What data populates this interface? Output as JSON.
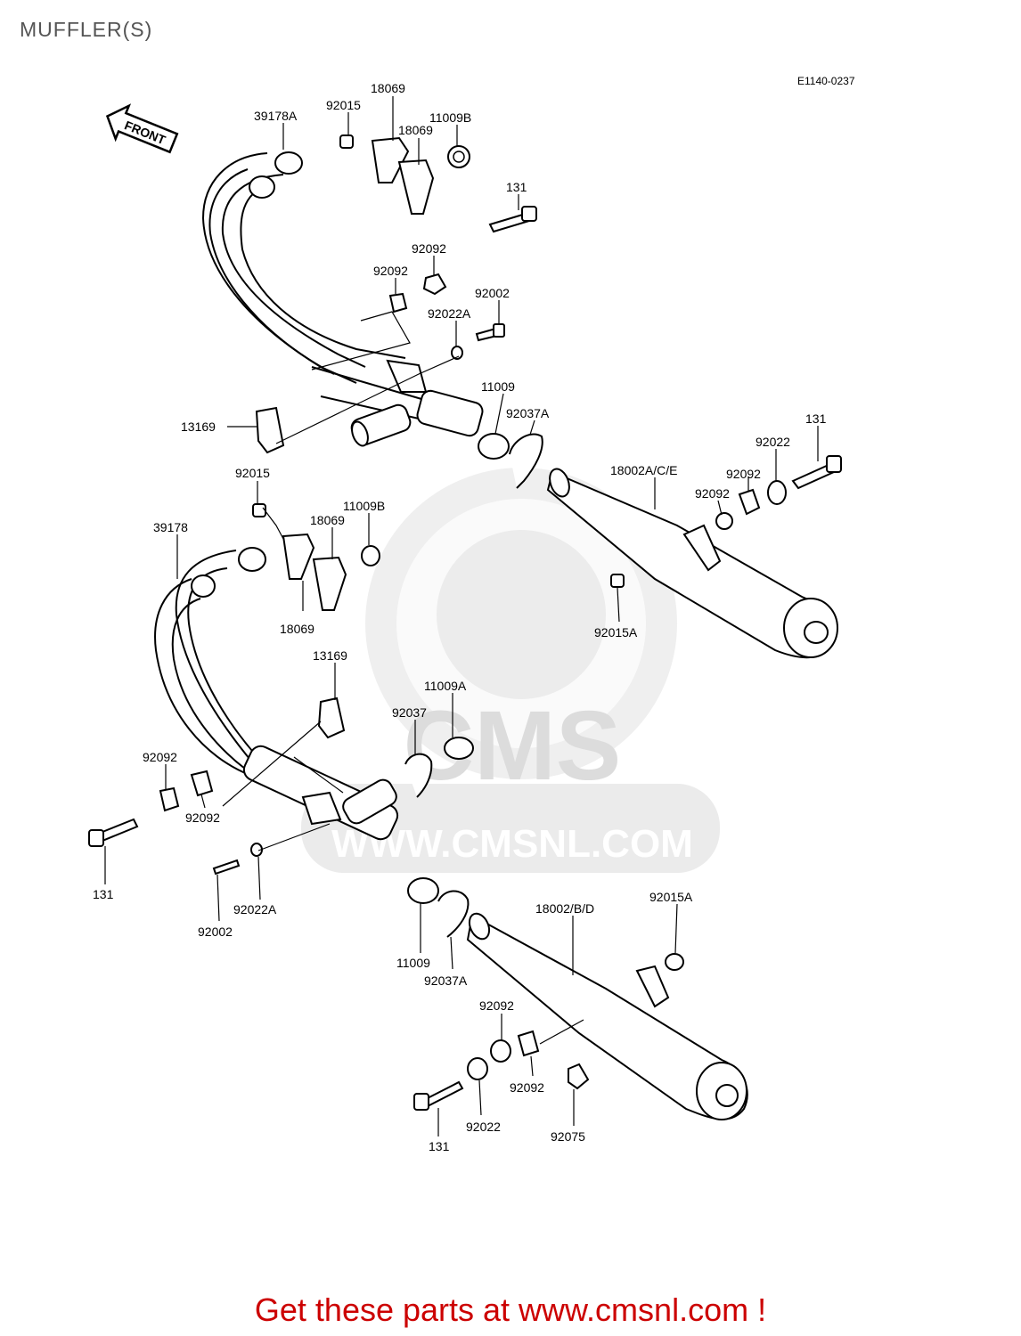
{
  "header": {
    "title": "MUFFLER(S)"
  },
  "diagram": {
    "code": "E1140-0237",
    "front_label": "FRONT",
    "watermark": {
      "brand": "CMS",
      "url": "WWW.CMSNL.COM"
    },
    "callouts": [
      {
        "id": "c01",
        "text": "18069"
      },
      {
        "id": "c02",
        "text": "92015"
      },
      {
        "id": "c03",
        "text": "39178A"
      },
      {
        "id": "c04",
        "text": "18069"
      },
      {
        "id": "c05",
        "text": "11009B"
      },
      {
        "id": "c06",
        "text": "131"
      },
      {
        "id": "c07",
        "text": "92092"
      },
      {
        "id": "c08",
        "text": "92092"
      },
      {
        "id": "c09",
        "text": "92002"
      },
      {
        "id": "c10",
        "text": "92022A"
      },
      {
        "id": "c11",
        "text": "11009"
      },
      {
        "id": "c12",
        "text": "92037A"
      },
      {
        "id": "c13",
        "text": "131"
      },
      {
        "id": "c14",
        "text": "13169"
      },
      {
        "id": "c15",
        "text": "92022"
      },
      {
        "id": "c16",
        "text": "18002A/C/E"
      },
      {
        "id": "c17",
        "text": "92092"
      },
      {
        "id": "c18",
        "text": "92092"
      },
      {
        "id": "c19",
        "text": "92015"
      },
      {
        "id": "c20",
        "text": "11009B"
      },
      {
        "id": "c21",
        "text": "18069"
      },
      {
        "id": "c22",
        "text": "39178"
      },
      {
        "id": "c23",
        "text": "18069"
      },
      {
        "id": "c24",
        "text": "92015A"
      },
      {
        "id": "c25",
        "text": "13169"
      },
      {
        "id": "c26",
        "text": "11009A"
      },
      {
        "id": "c27",
        "text": "92037"
      },
      {
        "id": "c28",
        "text": "92092"
      },
      {
        "id": "c29",
        "text": "92092"
      },
      {
        "id": "c30",
        "text": "131"
      },
      {
        "id": "c31",
        "text": "92022A"
      },
      {
        "id": "c32",
        "text": "92002"
      },
      {
        "id": "c33",
        "text": "18002/B/D"
      },
      {
        "id": "c34",
        "text": "92015A"
      },
      {
        "id": "c35",
        "text": "11009"
      },
      {
        "id": "c36",
        "text": "92037A"
      },
      {
        "id": "c37",
        "text": "92092"
      },
      {
        "id": "c38",
        "text": "92092"
      },
      {
        "id": "c39",
        "text": "92022"
      },
      {
        "id": "c40",
        "text": "92075"
      },
      {
        "id": "c41",
        "text": "131"
      }
    ]
  },
  "footer": {
    "text": "Get these parts at www.cmsnl.com !"
  }
}
